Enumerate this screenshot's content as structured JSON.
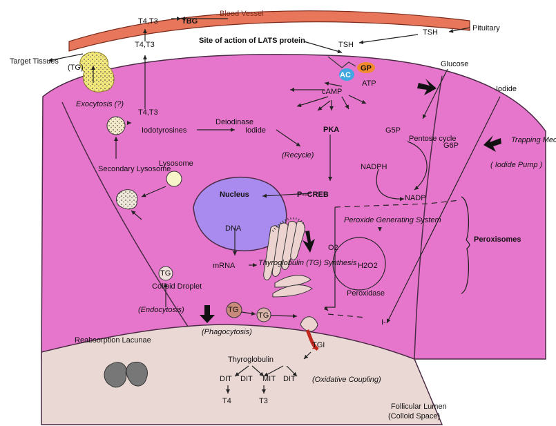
{
  "colors": {
    "cell": "#e676cc",
    "cell_border": "#4a2a44",
    "lumen": "#ead8d4",
    "nucleus": "#a98bf0",
    "vessel": "#e8765b",
    "tg_yellow": "#f3e97a",
    "ac_blue": "#3fa8e0",
    "gp_orange": "#f28a2e"
  },
  "labels": {
    "blood_vessel": "Blood Vessel",
    "t4t3_top": "T4,T3",
    "tbg": "TBG",
    "tsh_top": "TSH",
    "pituitary": "Pituitary",
    "t4t3_second": "T4,T3",
    "lats_site": "Site of action of LATS protein",
    "tsh_receptor": "TSH",
    "target_tissues": "Target Tissues",
    "tg_paren": "(TG)",
    "gp": "GP",
    "ac": "AC",
    "atp": "ATP",
    "camp": "cAMP",
    "glucose": "Glucose",
    "iodide_right": "Iodide",
    "exocytosis": "Exocytosis (?)",
    "t4t3_cell": "T4,T3",
    "iodotyrosines": "Iodotyrosines",
    "deiodinase": "Deiodinase",
    "iodide_mid": "Iodide",
    "pka": "PKA",
    "g5p": "G5P",
    "pentose_cycle": "Pentose cycle",
    "g6p": "G6P",
    "trapping_mechanism": "Trapping Mechanism",
    "iodide_pump": "( Iodide Pump )",
    "recycle": "(Recycle)",
    "secondary_lysosome": "Secondary Lysosome",
    "lysosome": "Lysosome",
    "nadph": "NADPH",
    "nucleus": "Nucleus",
    "p_creb": "P--CREB",
    "nadp": "NADP",
    "peroxide_generating_system": "Peroxide Generating System",
    "dna": "DNA",
    "o2": "O2",
    "h2o2": "H2O2",
    "peroxisomes": "Peroxisomes",
    "tg_circle": "TG",
    "mrna": "mRNA",
    "thyroglobulin_synthesis": "Thyroglobulin (TG) Synthesis",
    "colloid_droplet": "Colloid Droplet",
    "peroxidase": "Peroxidase",
    "endocytosis": "(Endocytosis)",
    "tg_red": "TG",
    "tg_right": "TG",
    "iodide_ion": "I-",
    "phagocytosis": "(Phagocytosis)",
    "reabsorption_lacunae": "Reabsorption Lacunae",
    "tgi": "TGI",
    "thyroglobulin_lumen": "Thyroglobulin",
    "dit1": "DIT",
    "dit2": "DIT",
    "mit": "MIT",
    "dit3": "DIT",
    "t4_out": "T4",
    "t3_out": "T3",
    "oxidative_coupling": "(Oxidative Coupling)",
    "follicular_lumen": "Follicular Lumen",
    "colloid_space": "(Colloid Space)"
  }
}
